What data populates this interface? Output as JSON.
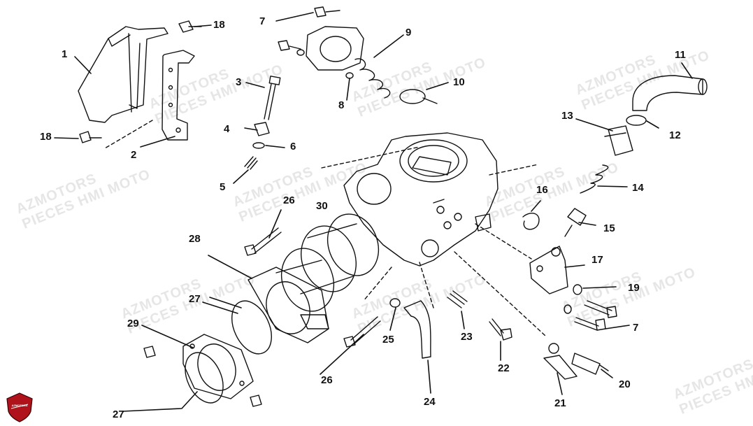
{
  "watermark": {
    "line1": "AZMOTORS",
    "line2": "PIECES HM MOTO",
    "line2_alt": "PIECES HMI MOTO"
  },
  "logo": {
    "text": "AZMOTORS"
  },
  "callouts": {
    "n1": "1",
    "n2": "2",
    "n3": "3",
    "n4": "4",
    "n5": "5",
    "n6": "6",
    "n7a": "7",
    "n7b": "7",
    "n8": "8",
    "n9": "9",
    "n10": "10",
    "n11": "11",
    "n12": "12",
    "n13": "13",
    "n14": "14",
    "n15": "15",
    "n16": "16",
    "n17": "17",
    "n18a": "18",
    "n18b": "18",
    "n19": "19",
    "n20": "20",
    "n21": "21",
    "n22": "22",
    "n23": "23",
    "n24": "24",
    "n25": "25",
    "n26a": "26",
    "n26b": "26",
    "n27a": "27",
    "n27b": "27",
    "n28": "28",
    "n29": "29",
    "n30": "30"
  },
  "colors": {
    "line": "#111111",
    "watermark": "#e6e6e6",
    "logo": "#b0121b"
  }
}
